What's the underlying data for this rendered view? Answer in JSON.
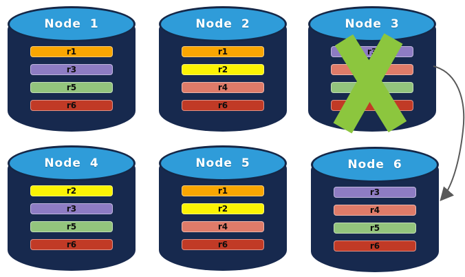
{
  "diagram": {
    "description_labels": [],
    "colors": {
      "cylinder_body": "#17294E",
      "cylinder_top": "#2F9CD9",
      "cylinder_top_border": "#152747",
      "cross_green": "#8CC63E",
      "arrow_gray": "#595959",
      "replica_r1": "#F9A602",
      "replica_r2": "#FBF304",
      "replica_r3": "#8E7CC3",
      "replica_r4": "#DF7B69",
      "replica_r5": "#93C47D",
      "replica_r6": "#C13A26"
    },
    "arrow": {
      "from": "node-3",
      "to": "node-6"
    }
  },
  "nodes": [
    {
      "label": "Node 1",
      "replicas": [
        {
          "id": "r1",
          "label": "r1",
          "color": "#F9A602"
        },
        {
          "id": "r3",
          "label": "r3",
          "color": "#8E7CC3"
        },
        {
          "id": "r5",
          "label": "r5",
          "color": "#93C47D"
        },
        {
          "id": "r6",
          "label": "r6",
          "color": "#C13A26"
        }
      ]
    },
    {
      "label": "Node 2",
      "replicas": [
        {
          "id": "r1",
          "label": "r1",
          "color": "#F9A602"
        },
        {
          "id": "r2",
          "label": "r2",
          "color": "#FBF304"
        },
        {
          "id": "r4",
          "label": "r4",
          "color": "#DF7B69"
        },
        {
          "id": "r6",
          "label": "r6",
          "color": "#C13A26"
        }
      ]
    },
    {
      "label": "Node 3",
      "failed": true,
      "replicas": [
        {
          "id": "r3",
          "label": "r3",
          "color": "#8E7CC3"
        },
        {
          "id": "r4",
          "label": "",
          "color": "#DF7B69"
        },
        {
          "id": "r5",
          "label": "",
          "color": "#93C47D"
        },
        {
          "id": "r6",
          "label": "",
          "color": "#C13A26"
        }
      ]
    },
    {
      "label": "Node 4",
      "replicas": [
        {
          "id": "r2",
          "label": "r2",
          "color": "#FBF304"
        },
        {
          "id": "r3",
          "label": "r3",
          "color": "#8E7CC3"
        },
        {
          "id": "r5",
          "label": "r5",
          "color": "#93C47D"
        },
        {
          "id": "r6",
          "label": "r6",
          "color": "#C13A26"
        }
      ]
    },
    {
      "label": "Node 5",
      "replicas": [
        {
          "id": "r1",
          "label": "r1",
          "color": "#F9A602"
        },
        {
          "id": "r2",
          "label": "r2",
          "color": "#FBF304"
        },
        {
          "id": "r4",
          "label": "r4",
          "color": "#DF7B69"
        },
        {
          "id": "r6",
          "label": "r6",
          "color": "#C13A26"
        }
      ]
    },
    {
      "label": "Node 6",
      "replicas": [
        {
          "id": "r3",
          "label": "r3",
          "color": "#8E7CC3"
        },
        {
          "id": "r4",
          "label": "r4",
          "color": "#DF7B69"
        },
        {
          "id": "r5",
          "label": "r5",
          "color": "#93C47D"
        },
        {
          "id": "r6",
          "label": "r6",
          "color": "#C13A26"
        }
      ]
    }
  ]
}
